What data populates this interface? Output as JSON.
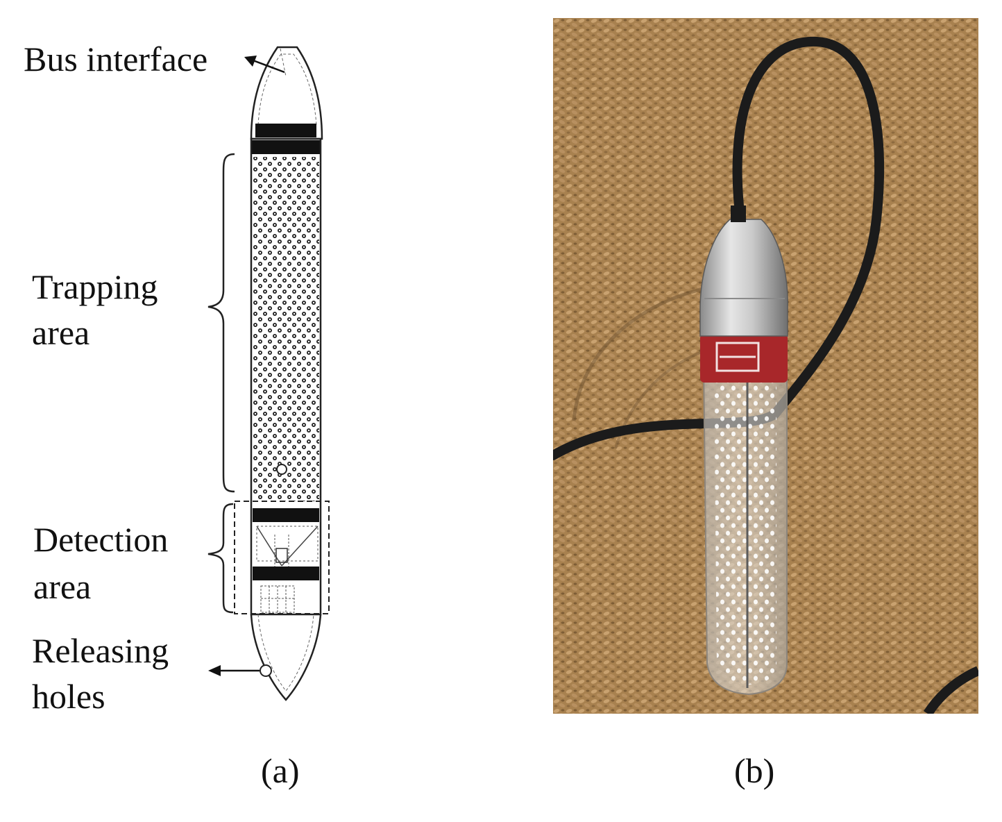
{
  "panel_a": {
    "labels": {
      "bus_interface": "Bus interface",
      "trapping_area_line1": "Trapping",
      "trapping_area_line2": "area",
      "detection_area_line1": "Detection",
      "detection_area_line2": "area",
      "releasing_holes_line1": "Releasing",
      "releasing_holes_line2": "holes"
    },
    "caption": "(a)"
  },
  "panel_b": {
    "caption": "(b)",
    "photo_subject": "probe trap inserted in grain bulk"
  }
}
